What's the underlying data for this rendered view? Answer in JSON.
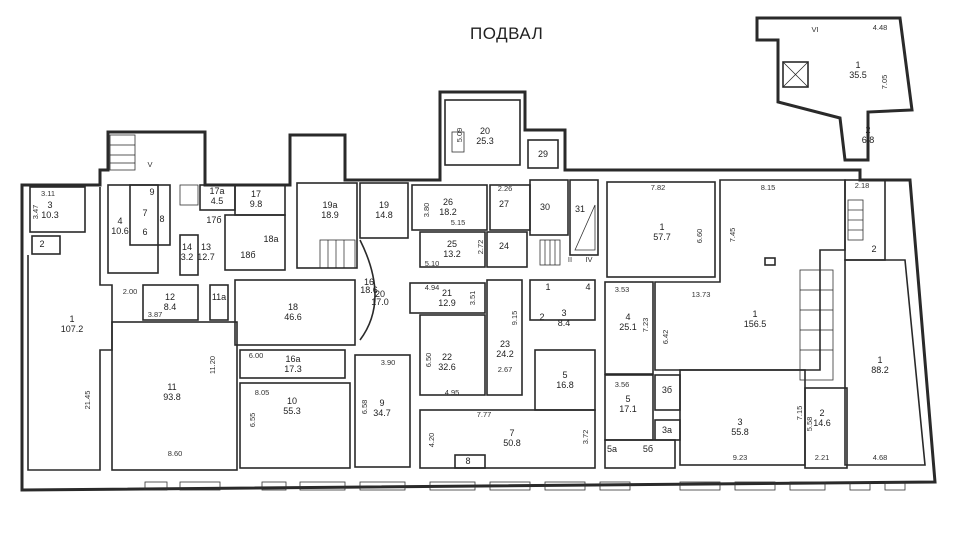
{
  "title": "ПОДВАЛ",
  "rooms": [
    {
      "n": "3",
      "a": "10.3"
    },
    {
      "n": "2"
    },
    {
      "n": "1",
      "a": "107.2"
    },
    {
      "n": "4",
      "a": "10.6"
    },
    {
      "n": "9"
    },
    {
      "n": "7"
    },
    {
      "n": "6"
    },
    {
      "n": "8"
    },
    {
      "n": "17а",
      "a": "4.5"
    },
    {
      "n": "17",
      "a": "9.8"
    },
    {
      "n": "17б"
    },
    {
      "n": "18а"
    },
    {
      "n": "14",
      "a": "3.2"
    },
    {
      "n": "13",
      "a": "12.7"
    },
    {
      "n": "18б"
    },
    {
      "n": "11а"
    },
    {
      "n": "12",
      "a": "8.4"
    },
    {
      "n": "19а",
      "a": "18.9"
    },
    {
      "n": "19",
      "a": "14.8"
    },
    {
      "n": "18",
      "a": "46.6"
    },
    {
      "n": "16а",
      "a": "17.3"
    },
    {
      "n": "11",
      "a": "93.8"
    },
    {
      "n": "10",
      "a": "55.3"
    },
    {
      "n": "9",
      "a": "34.7"
    },
    {
      "n": "16",
      "a": "18.6"
    },
    {
      "n": "20",
      "a": "17.0"
    },
    {
      "n": "26",
      "a": "18.2"
    },
    {
      "n": "27"
    },
    {
      "n": "30"
    },
    {
      "n": "31"
    },
    {
      "n": "25",
      "a": "13.2"
    },
    {
      "n": "24"
    },
    {
      "n": "21",
      "a": "12.9"
    },
    {
      "n": "22",
      "a": "32.6"
    },
    {
      "n": "23",
      "a": "24.2"
    },
    {
      "n": "1"
    },
    {
      "n": "4"
    },
    {
      "n": "2"
    },
    {
      "n": "3",
      "a": "8.4"
    },
    {
      "n": "5",
      "a": "16.8"
    },
    {
      "n": "7",
      "a": "50.8"
    },
    {
      "n": "8"
    },
    {
      "n": "4",
      "a": "25.1"
    },
    {
      "n": "5",
      "a": "17.1"
    },
    {
      "n": "3б"
    },
    {
      "n": "3а"
    },
    {
      "n": "5а"
    },
    {
      "n": "5б"
    },
    {
      "n": "1",
      "a": "57.7"
    },
    {
      "n": "1",
      "a": "156.5"
    },
    {
      "n": "3",
      "a": "55.8"
    },
    {
      "n": "2",
      "a": "14.6"
    },
    {
      "n": "1",
      "a": "88.2"
    },
    {
      "n": "2"
    },
    {
      "n": "20",
      "a": "25.3"
    },
    {
      "n": "29"
    },
    {
      "n": "1",
      "a": "35.5"
    },
    {
      "n": "2",
      "a": "6.8"
    }
  ],
  "dims": [
    "3.11",
    "3.47",
    "21.45",
    "2.00",
    "3.87",
    "11.20",
    "8.60",
    "6.00",
    "8.05",
    "6.55",
    "3.90",
    "6.58",
    "3.80",
    "5.15",
    "2.26",
    "2.72",
    "5.10",
    "4.94",
    "3.51",
    "6.50",
    "4.95",
    "9.15",
    "2.67",
    "7.77",
    "4.20",
    "3.72",
    "3.53",
    "7.23",
    "3.56",
    "7.82",
    "6.60",
    "8.15",
    "7.45",
    "13.73",
    "6.42",
    "9.23",
    "7.15",
    "5.58",
    "2.21",
    "4.68",
    "2.18",
    "5.09",
    "4.48",
    "7.05"
  ],
  "marks": {
    "vi": "VI",
    "ii": "II",
    "iv": "IV",
    "v": "V"
  }
}
